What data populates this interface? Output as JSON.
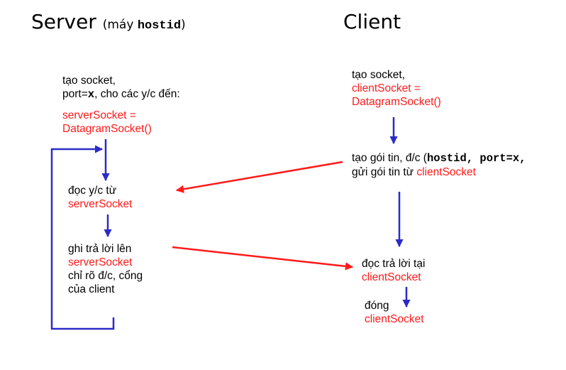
{
  "server": {
    "title": "Server",
    "paren_open": "(máy ",
    "host": "hostid",
    "paren_close": ")",
    "create": {
      "line1": "tạo socket,",
      "line2_prefix": "port=",
      "line2_var": "x",
      "line2_suffix": ", cho các y/c đến:",
      "line3": "serverSocket =",
      "line4": "DatagramSocket()"
    },
    "read": {
      "line1": "đọc y/c từ",
      "line2": "serverSocket"
    },
    "write": {
      "line1": "ghi trả lời lên",
      "line2": "serverSocket",
      "line3": "chỉ rõ đ/c, cổng",
      "line4": "của client"
    }
  },
  "client": {
    "title": "Client",
    "create": {
      "line1": "tạo socket,",
      "line2": "clientSocket =",
      "line3": "DatagramSocket()"
    },
    "send": {
      "line1_prefix": "tạo gói tin, đ/c (",
      "line1_code": "hostid, port=x,",
      "line2_prefix": "gửi gói tin từ ",
      "line2_socket": "clientSocket"
    },
    "read": {
      "line1": "đọc trả lời tại",
      "line2": "clientSocket"
    },
    "close": {
      "line1": "đóng",
      "line2": "clientSocket"
    }
  },
  "colors": {
    "flow_arrow": "#2b2bc8",
    "message_arrow": "#ff1a1a",
    "socket_text": "#ff1a1a"
  }
}
